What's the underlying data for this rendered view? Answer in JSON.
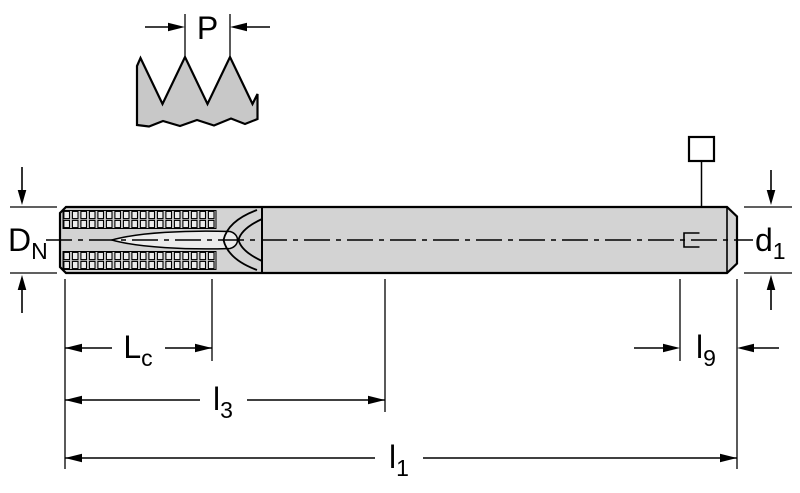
{
  "drawing": {
    "type": "technical-dimension-diagram",
    "subject": "machine tap with thread profile detail"
  },
  "colors": {
    "background": "#ffffff",
    "body_fill": "#d3d3d3",
    "profile_fill": "#c8c8c8",
    "teeth_fill": "#ececec",
    "line": "#000000"
  },
  "labels": {
    "pitch": {
      "main": "P",
      "sub": ""
    },
    "nominal_diameter": {
      "main": "D",
      "sub": "N"
    },
    "shank_diameter": {
      "main": "d",
      "sub": "1"
    },
    "chamfer_length": {
      "main": "L",
      "sub": "c"
    },
    "thread_length": {
      "main": "l",
      "sub": "3"
    },
    "overall_length": {
      "main": "l",
      "sub": "1"
    },
    "square_length": {
      "main": "l",
      "sub": "9"
    }
  },
  "icons": {
    "square_drive": "square-outline"
  }
}
